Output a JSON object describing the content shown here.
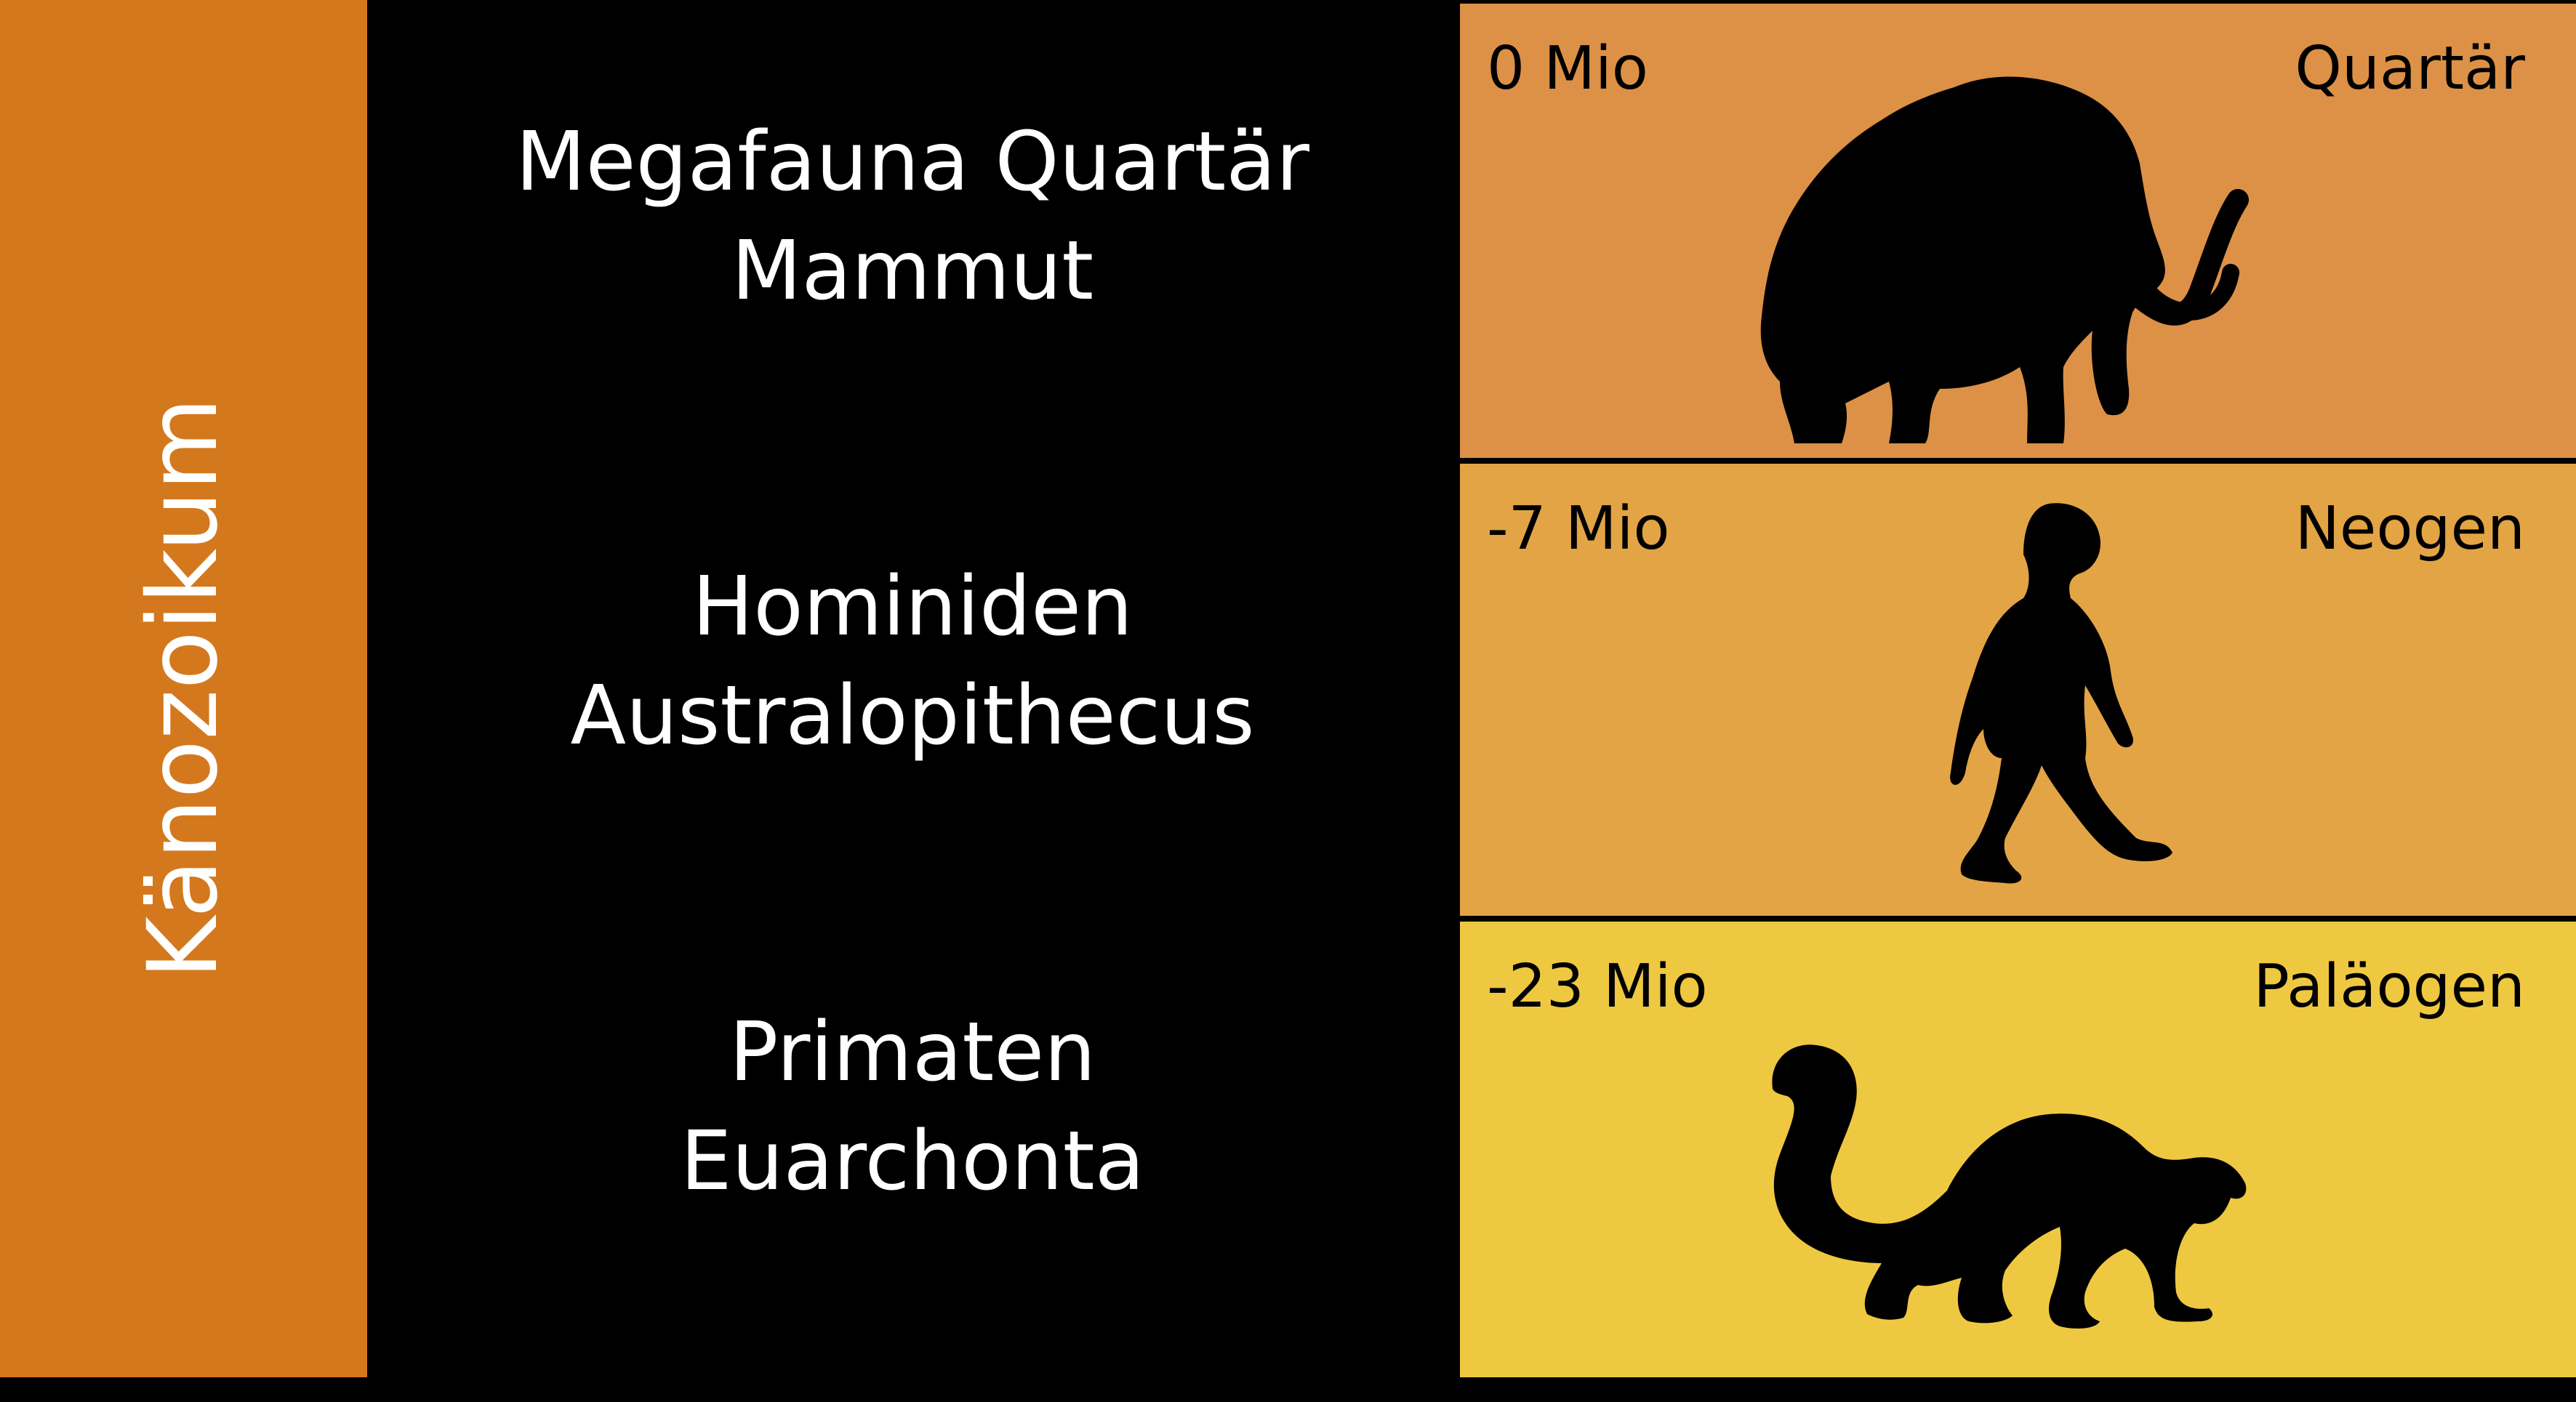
{
  "era": {
    "label": "Känozoikum",
    "color": "#D4781E"
  },
  "rows": [
    {
      "lines": [
        "Megafauna Quartär",
        "Mammut"
      ],
      "mio": "0 Mio",
      "period": "Quartär",
      "color": "#DD9146",
      "icon": "mammoth-icon"
    },
    {
      "lines": [
        "Hominiden",
        "Australopithecus"
      ],
      "mio": "-7 Mio",
      "period": "Neogen",
      "color": "#E3A445",
      "icon": "hominid-icon"
    },
    {
      "lines": [
        "Primaten",
        "Euarchonta"
      ],
      "mio": "-23 Mio",
      "period": "Paläogen",
      "color": "#EFC842",
      "icon": "primate-icon"
    }
  ]
}
